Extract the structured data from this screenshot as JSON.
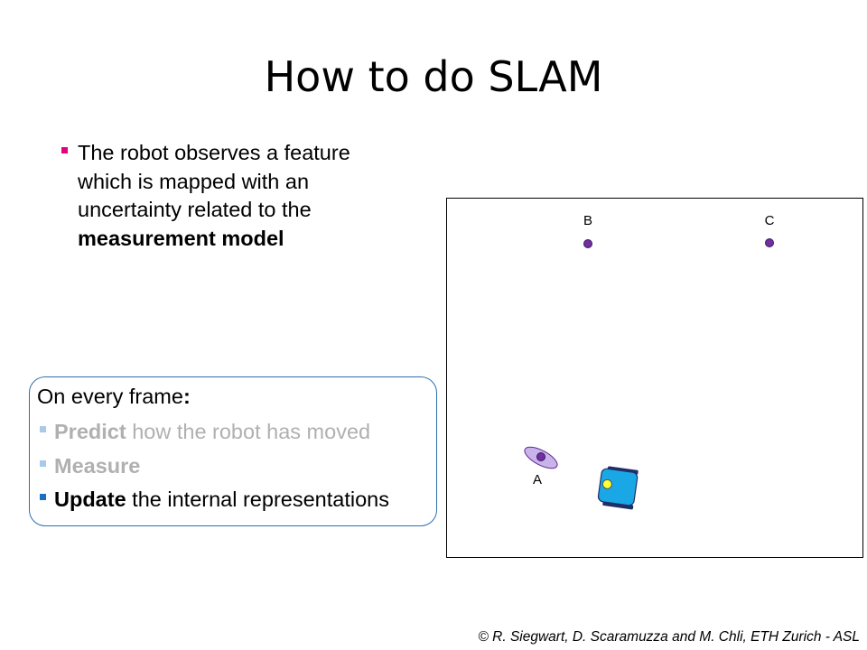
{
  "slide": {
    "title": "How to do SLAM",
    "bullet": {
      "line1": "The robot observes a feature",
      "line2": "which is mapped with an",
      "line3": "uncertainty related to the",
      "line4_bold": "measurement model"
    },
    "frame_box": {
      "heading_prefix": "On every frame",
      "heading_suffix": ":",
      "steps": [
        {
          "bold": "Predict",
          "rest": " how the robot has moved",
          "state": "faded"
        },
        {
          "bold": "Measure",
          "rest": "",
          "state": "faded"
        },
        {
          "bold": "Update",
          "rest": " the internal representations",
          "state": "active"
        }
      ]
    },
    "diagram": {
      "landmarks": [
        {
          "label": "A",
          "observed": true
        },
        {
          "label": "B",
          "observed": false
        },
        {
          "label": "C",
          "observed": false
        }
      ],
      "colors": {
        "landmark": "#7030a0",
        "uncertainty_ellipse": "#c9b3ea",
        "robot_body": "#1aa7e6",
        "robot_wheels": "#1f2f66",
        "robot_sensor": "#ffff33"
      }
    },
    "footer": "© R. Siegwart, D. Scaramuzza and M. Chli, ETH Zurich - ASL",
    "colors": {
      "bullet_marker": "#e6007e",
      "box_border": "#2e6fb0",
      "faded_text": "#b0b0b0"
    }
  }
}
